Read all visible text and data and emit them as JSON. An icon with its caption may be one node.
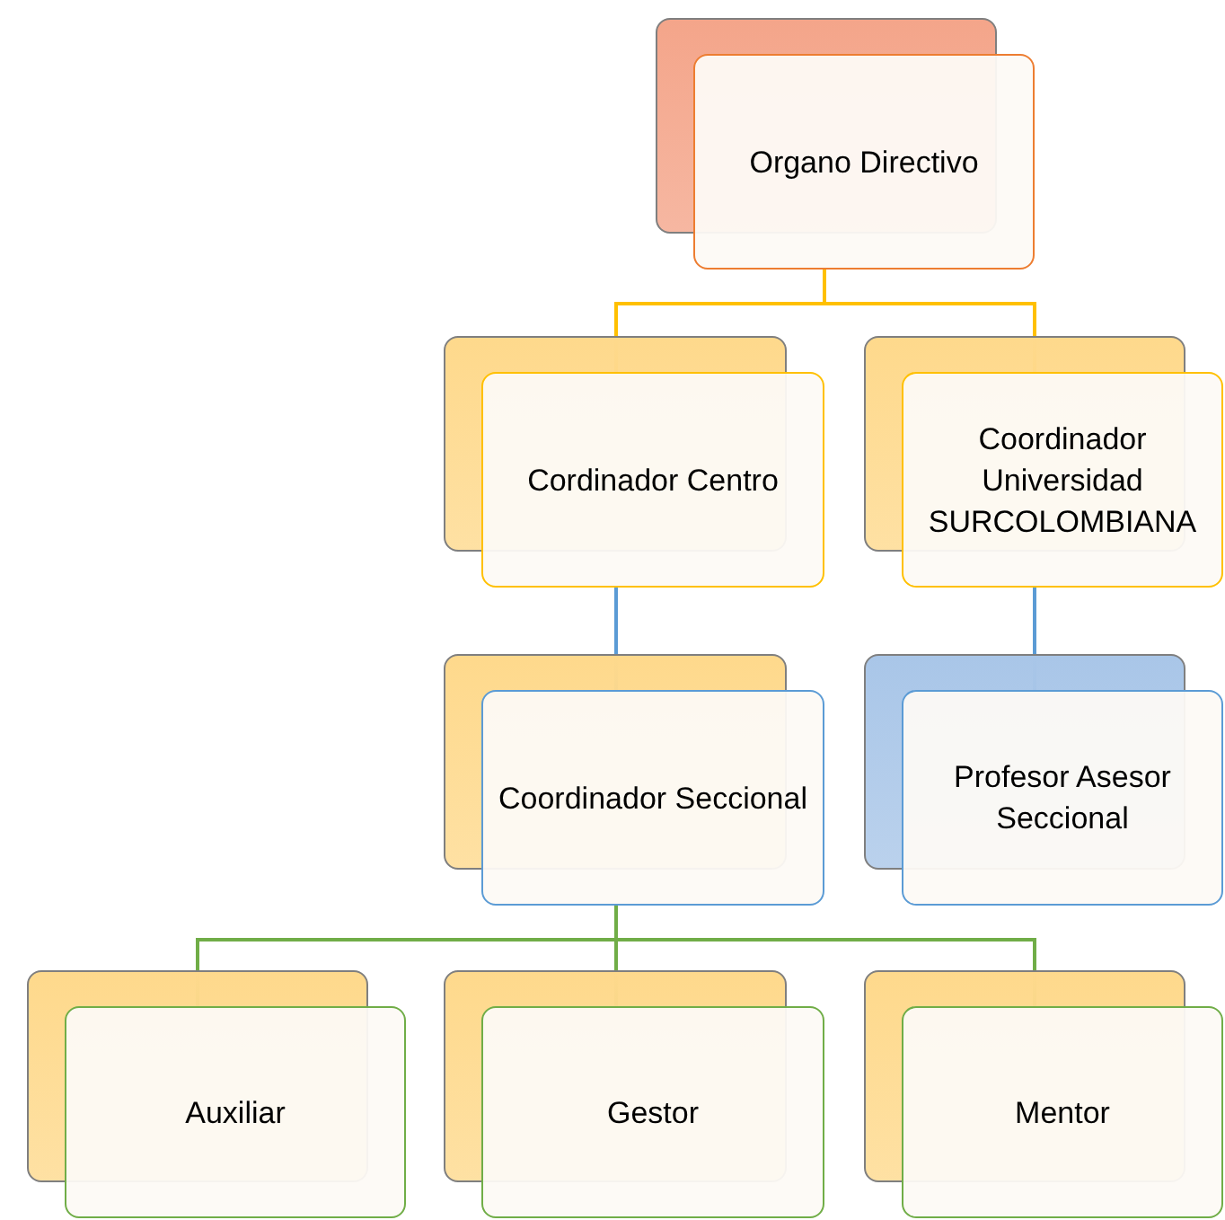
{
  "diagram": {
    "nodes": [
      {
        "text": [
          "Organo Directivo"
        ]
      },
      {
        "text": [
          "Cordinador Centro"
        ]
      },
      {
        "text": [
          "Coordinador Universidad SURCOLOMBIANA"
        ]
      },
      {
        "text": [
          "Coordinador Seccional"
        ]
      },
      {
        "text": [
          "Profesor Asesor Seccional"
        ]
      },
      {
        "text": [
          "Auxiliar"
        ]
      },
      {
        "text": [
          "Gestor"
        ]
      },
      {
        "text": [
          "Mentor"
        ]
      }
    ],
    "edges": [
      {
        "from": 0,
        "to": 1,
        "arrow": "none",
        "color": "#ffc000"
      },
      {
        "from": 0,
        "to": 2,
        "arrow": "none",
        "color": "#ffc000"
      },
      {
        "from": 1,
        "to": 3,
        "arrow": "none",
        "color": "#5b9bd5"
      },
      {
        "from": 2,
        "to": 4,
        "arrow": "none",
        "color": "#5b9bd5"
      },
      {
        "from": 3,
        "to": 5,
        "arrow": "none",
        "color": "#70ad47"
      },
      {
        "from": 3,
        "to": 6,
        "arrow": "none",
        "color": "#70ad47"
      },
      {
        "from": 3,
        "to": 7,
        "arrow": "none",
        "color": "#70ad47"
      }
    ]
  }
}
